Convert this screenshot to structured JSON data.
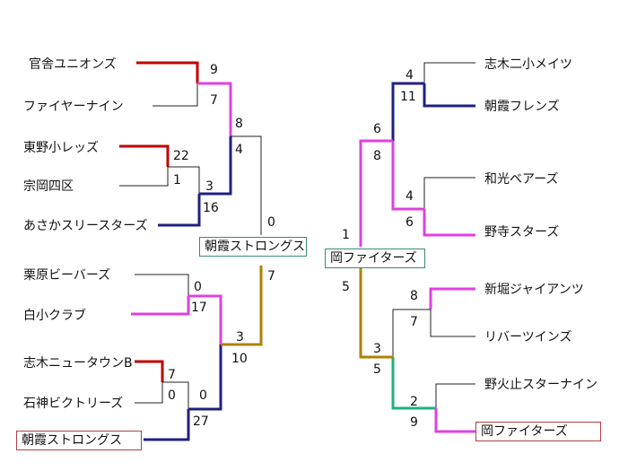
{
  "left": {
    "teams": [
      {
        "name": "官舎ユニオンズ"
      },
      {
        "name": "ファイヤーナイン"
      },
      {
        "name": "東野小レッズ"
      },
      {
        "name": "宗岡四区"
      },
      {
        "name": "あさかスリースターズ"
      },
      {
        "name": "栗原ビーバーズ"
      },
      {
        "name": "白小クラブ"
      },
      {
        "name": "志木ニュータウンB"
      },
      {
        "name": "石神ビクトリーズ"
      },
      {
        "name": "朝霞ストロングス"
      }
    ],
    "scores": [
      "9",
      "7",
      "22",
      "1",
      "3",
      "16",
      "8",
      "4",
      "0",
      "17",
      "7",
      "0",
      "0",
      "27",
      "3",
      "10",
      "0",
      "7"
    ],
    "top_winner": "朝霞ストロングス",
    "bottom_champion_box": "朝霞ストロングス"
  },
  "right": {
    "teams": [
      {
        "name": "志木二小メイツ"
      },
      {
        "name": "朝霞フレンズ"
      },
      {
        "name": "和光ベアーズ"
      },
      {
        "name": "野寺スターズ"
      },
      {
        "name": "新堀ジャイアンツ"
      },
      {
        "name": "リバーツインズ"
      },
      {
        "name": "野火止スターナイン"
      },
      {
        "name": "岡ファイターズ"
      }
    ],
    "scores": [
      "4",
      "11",
      "4",
      "6",
      "6",
      "8",
      "8",
      "7",
      "2",
      "9",
      "3",
      "5",
      "1",
      "5"
    ],
    "top_winner": "岡ファイターズ",
    "bottom_champion_box": "岡ファイターズ"
  },
  "colors": {
    "red": "#c00000",
    "blue": "#202080",
    "magenta": "#e040e0",
    "gold": "#b08000",
    "green": "#20b080",
    "line": "#222222"
  }
}
